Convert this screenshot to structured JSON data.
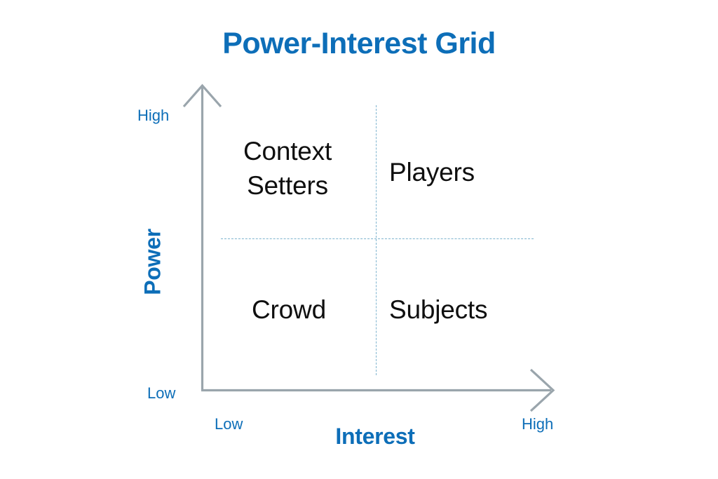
{
  "title": "Power-Interest Grid",
  "axes": {
    "y": {
      "name": "Power",
      "high_label": "High",
      "low_label": "Low",
      "line_color": "#9aa5ac",
      "label_color": "#0d6eb8"
    },
    "x": {
      "name": "Interest",
      "low_label": "Low",
      "high_label": "High",
      "line_color": "#9aa5ac",
      "label_color": "#0d6eb8"
    }
  },
  "divider_color": "#7fb4cf",
  "accent_color": "#0d6eb8",
  "quadrants": [
    {
      "id": "context-setters",
      "label": "Context Setters",
      "line1": "Context",
      "line2": "Setters",
      "power": "High",
      "interest": "Low"
    },
    {
      "id": "players",
      "label": "Players",
      "power": "High",
      "interest": "High"
    },
    {
      "id": "crowd",
      "label": "Crowd",
      "power": "Low",
      "interest": "Low"
    },
    {
      "id": "subjects",
      "label": "Subjects",
      "power": "Low",
      "interest": "High"
    }
  ],
  "chart_data": {
    "type": "scatter",
    "title": "Power-Interest Grid",
    "xlabel": "Interest",
    "ylabel": "Power",
    "xticks": [
      "Low",
      "High"
    ],
    "yticks": [
      "Low",
      "High"
    ],
    "grid": true,
    "legend": "none",
    "annotations": [
      "Context Setters",
      "Players",
      "Crowd",
      "Subjects"
    ]
  }
}
